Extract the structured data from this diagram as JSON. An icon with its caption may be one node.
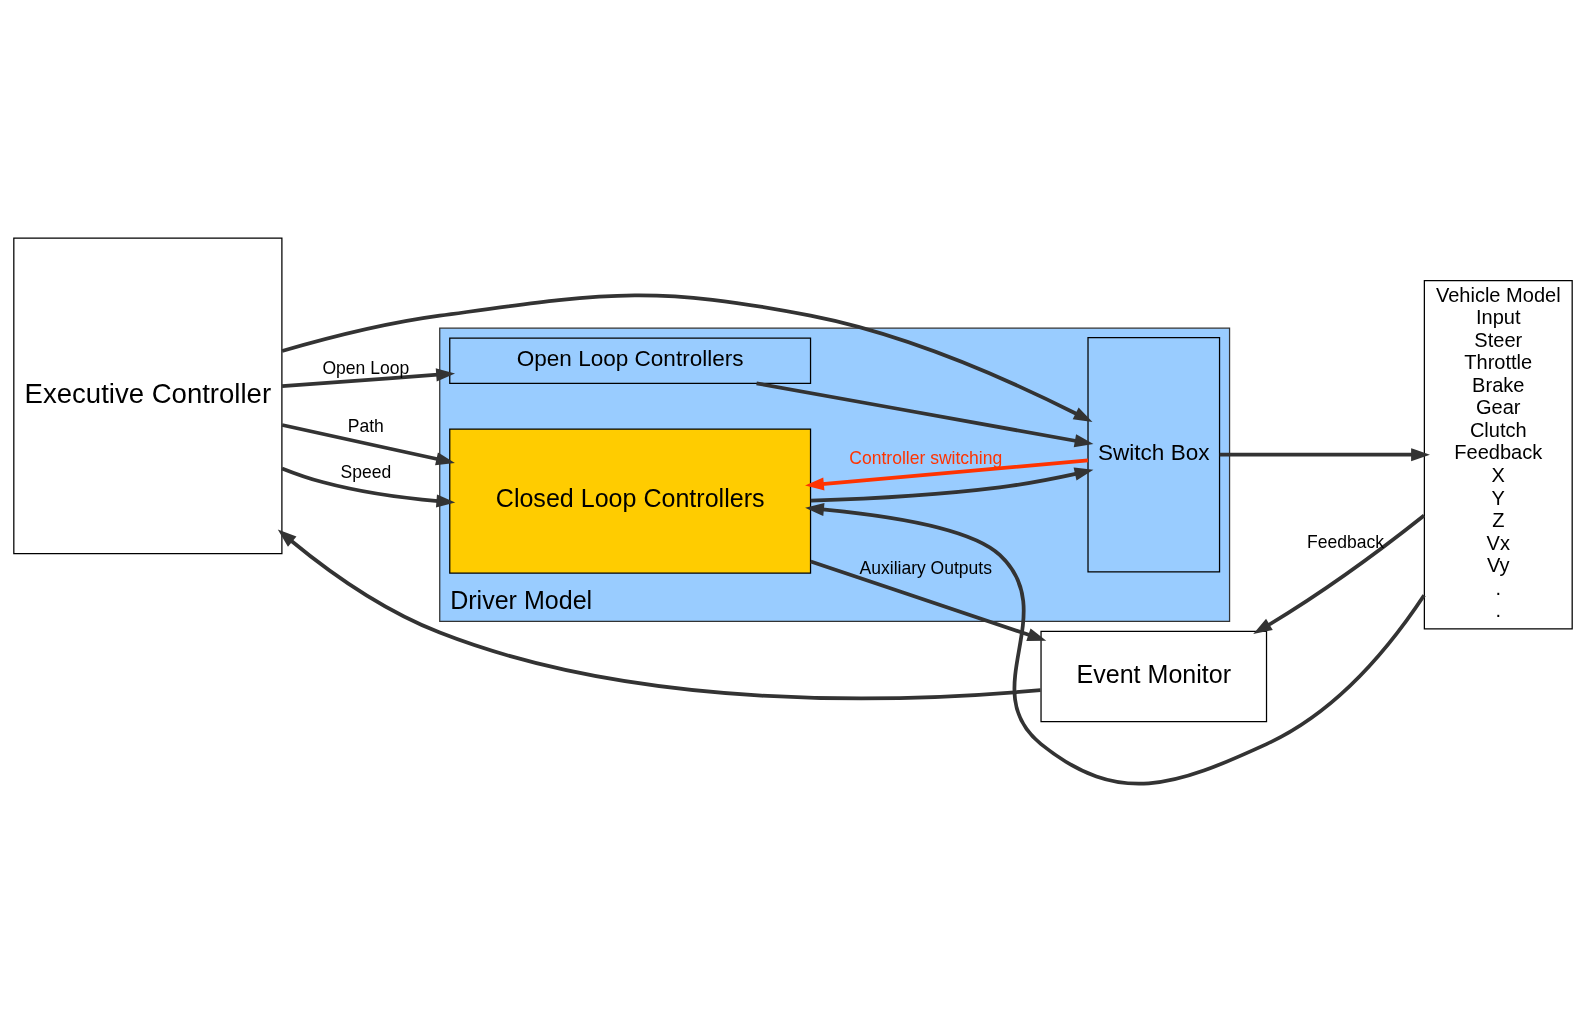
{
  "diagram": {
    "nodes": [
      {
        "text": [
          "Executive Controller"
        ]
      },
      {
        "text": [
          "Driver Model"
        ]
      },
      {
        "text": [
          "Open Loop Controllers"
        ],
        "in": 1
      },
      {
        "text": [
          "Closed Loop Controllers"
        ],
        "in": 1
      },
      {
        "text": [
          "Switch Box"
        ],
        "in": 1
      },
      {
        "text": [
          "Event Monitor"
        ]
      },
      {
        "text": [
          "Vehicle Model",
          "Input",
          "Steer",
          "Throttle",
          "Brake",
          "Gear",
          "Clutch",
          "Feedback",
          "X",
          "Y",
          "Z",
          "Vx",
          "Vy",
          ".",
          "."
        ]
      }
    ],
    "edges": [
      {
        "from": 0,
        "to": 4,
        "arrow": "to"
      },
      {
        "from": 0,
        "to": 2,
        "arrow": "to",
        "label": "Open Loop"
      },
      {
        "from": 0,
        "to": 3,
        "arrow": "to",
        "label": "Path"
      },
      {
        "from": 0,
        "to": 3,
        "arrow": "to",
        "label": "Speed"
      },
      {
        "from": 2,
        "to": 4,
        "arrow": "to"
      },
      {
        "from": 3,
        "to": 4,
        "arrow": "to"
      },
      {
        "from": 4,
        "to": 3,
        "arrow": "to",
        "label": "Controller switching",
        "color": "#ff3300"
      },
      {
        "from": 4,
        "to": 6,
        "arrow": "to"
      },
      {
        "from": 3,
        "to": 5,
        "arrow": "to",
        "label": "Auxiliary Outputs"
      },
      {
        "from": 6,
        "to": 5,
        "arrow": "to",
        "label": "Feedback"
      },
      {
        "from": 6,
        "to": 3,
        "arrow": "to"
      },
      {
        "from": 5,
        "to": 0,
        "arrow": "to"
      }
    ]
  }
}
